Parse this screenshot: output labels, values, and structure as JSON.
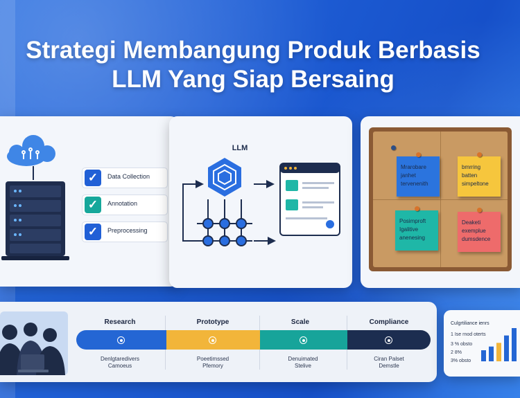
{
  "title": {
    "line1": "Strategi Membangung Produk Berbasis",
    "line2": "LLM Yang Siap Bersaing"
  },
  "data_panel": {
    "items": [
      {
        "label": "Data Collection",
        "color": "#2160d6"
      },
      {
        "label": "Annotation",
        "color": "#16a79b"
      },
      {
        "label": "Preprocessing",
        "color": "#2160d6"
      }
    ]
  },
  "llm_panel": {
    "label": "LLM"
  },
  "board_panel": {
    "notes": [
      {
        "lines": [
          "Mrarobare",
          "janhet",
          "tervenenith"
        ],
        "color": "#2b74de"
      },
      {
        "lines": [
          "bmrring",
          "batten",
          "simpeltone"
        ],
        "color": "#f6c63d"
      },
      {
        "lines": [
          "Posimproft",
          "Igalitive",
          "anenesing"
        ],
        "color": "#1fb7a7"
      },
      {
        "lines": [
          "Deaketi",
          "exemplue",
          "dumsdence"
        ],
        "color": "#ee6b6b"
      }
    ]
  },
  "roadmap": {
    "steps": [
      {
        "title": "Research",
        "sub1": "Denlgtaredivers",
        "sub2": "Camoeus",
        "color": "#2466d4"
      },
      {
        "title": "Prototype",
        "sub1": "Poeetimssed",
        "sub2": "Pfemory",
        "color": "#f2b53a"
      },
      {
        "title": "Scale",
        "sub1": "Denuimated",
        "sub2": "Stelive",
        "color": "#17a49a"
      },
      {
        "title": "Compliance",
        "sub1": "Ciran Palset",
        "sub2": "Demstle",
        "color": "#1c2d50"
      }
    ]
  },
  "stats": {
    "title": "Culgrtiliance ienrs",
    "lines": [
      "1 Ise rnod oterts",
      "3 % obsto",
      "2 8%",
      "3% obsto"
    ],
    "bars": [
      {
        "value": 3,
        "color": "#2466d4"
      },
      {
        "value": 4,
        "color": "#2466d4"
      },
      {
        "value": 5,
        "color": "#f2b53a"
      },
      {
        "value": 7,
        "color": "#2466d4"
      },
      {
        "value": 9,
        "color": "#2466d4"
      }
    ]
  }
}
